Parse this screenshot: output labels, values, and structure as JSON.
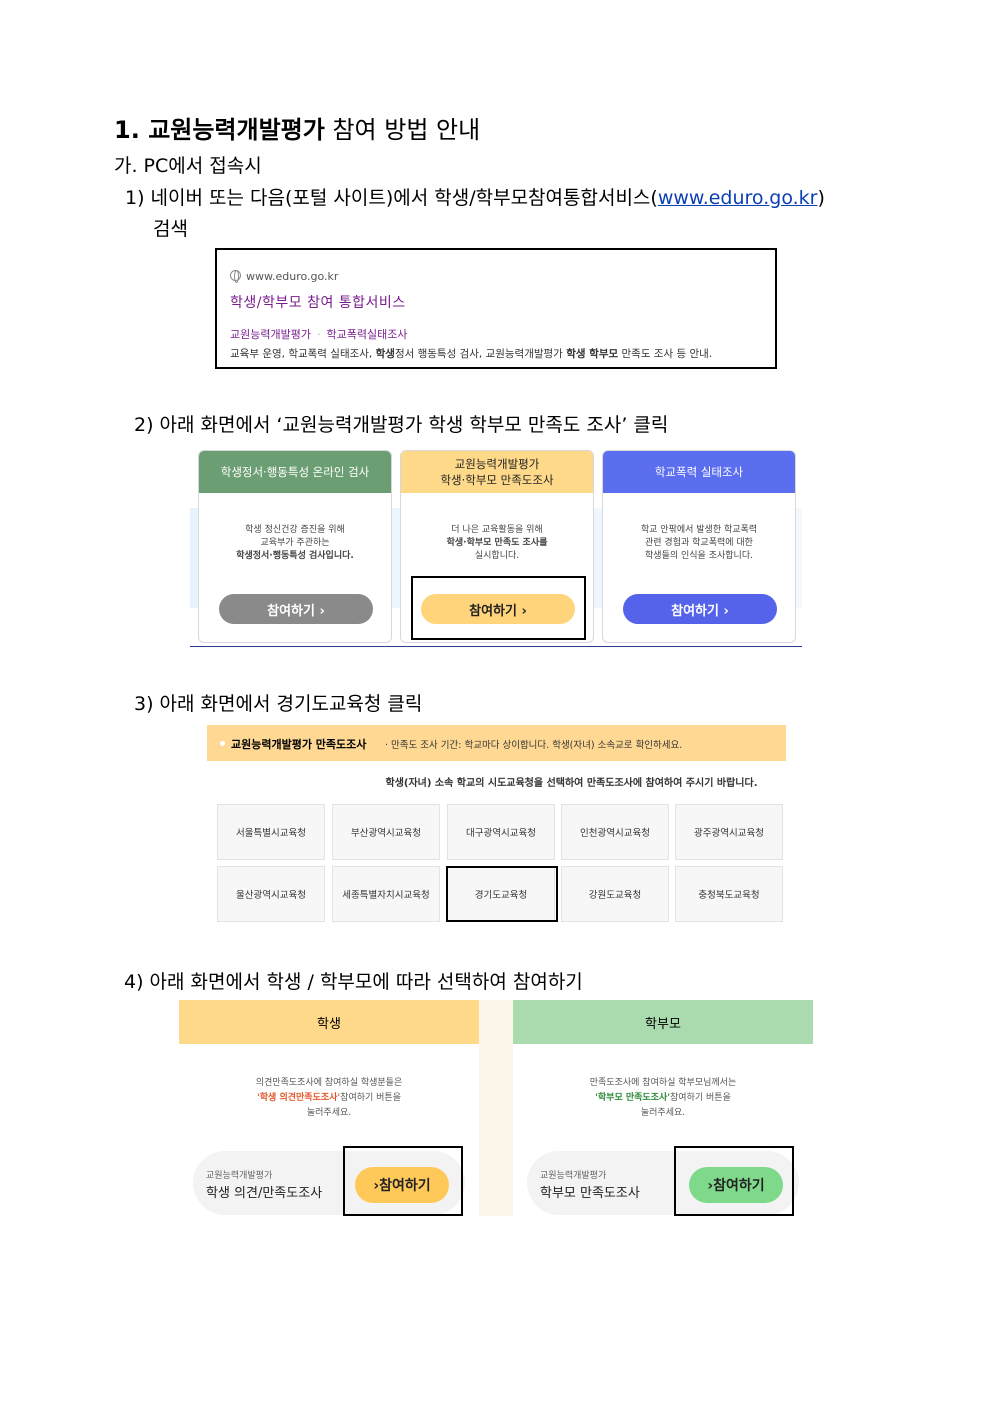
{
  "heading": {
    "number": "1.",
    "bold": "교원능력개발평가",
    "rest": " 참여 방법 안내"
  },
  "subheading": "가. PC에서 접속시",
  "steps": {
    "s1_prefix": "1) 네이버 또는 다음(포털 사이트)에서 학생/학부모참여통합서비스(",
    "s1_link": "www.eduro.go.kr",
    "s1_suffix": ")",
    "s1_line2": "검색",
    "s2": "2) 아래 화면에서 ‘교원능력개발평가 학생 학부모 만족도 조사’ 클릭",
    "s3": "3) 아래 화면에서 경기도교육청 클릭",
    "s4": "4) 아래 화면에서 학생 / 학부모에 따라 선택하여 참여하기"
  },
  "search_result": {
    "url": "www.eduro.go.kr",
    "title": "학생/학부모 참여 통합서비스",
    "link1": "교원능력개발평가",
    "link_sep": "·",
    "link2": "학교폭력실태조사",
    "desc_a": "교육부 운영, 학교폭력 실태조사, ",
    "desc_b": "학생",
    "desc_c": "정서 행동특성 검사, 교원능력개발평가 ",
    "desc_d": "학생 학부모",
    "desc_e": " 만족도 조사 등 안내."
  },
  "cards": [
    {
      "title_line1": "학생정서·행동특성 온라인 검사",
      "title_line2": "",
      "desc": [
        "학생 정신건강 증진을 위해",
        "교육부가 주관하는",
        "학생정서·행동특성 검사입니다."
      ],
      "button": "참여하기  ›"
    },
    {
      "title_line1": "교원능력개발평가",
      "title_line2": "학생·학부모 만족도조사",
      "desc": [
        "더 나은 교육활동을 위해",
        "학생·학부모 만족도 조사를",
        "실시합니다."
      ],
      "button": "참여하기  ›"
    },
    {
      "title_line1": "학교폭력 실태조사",
      "title_line2": "",
      "desc": [
        "학교 안팎에서 발생한 학교폭력",
        "관련 경험과 학교폭력에 대한",
        "학생들의 인식을 조사합니다."
      ],
      "button": "참여하기  ›"
    }
  ],
  "region_panel": {
    "title": "교원능력개발평가 만족도조사",
    "subtitle": "· 만족도 조사 기간: 학교마다 상이합니다. 학생(자녀) 소속교로 확인하세요.",
    "instruction": "학생(자녀) 소속 학교의 시도교육청을 선택하여 만족도조사에 참여하여 주시기 바랍니다.",
    "row1": [
      "서울특별시교육청",
      "부산광역시교육청",
      "대구광역시교육청",
      "인천광역시교육청",
      "광주광역시교육청"
    ],
    "row2": [
      "울산광역시교육청",
      "세종특별자치시교육청",
      "경기도교육청",
      "강원도교육청",
      "충청북도교육청"
    ]
  },
  "student_panel": {
    "header": "학생",
    "desc1": "의견만족도조사에 참여하실 학생분들은",
    "desc2_hl": "'학생 의견만족도조사'",
    "desc2_rest": "참여하기 버튼을",
    "desc3": "눌러주세요.",
    "small": "교원능력개발평가",
    "big": "학생 의견/만족도조사",
    "button": "›참여하기"
  },
  "parent_panel": {
    "header": "학부모",
    "desc1": "만족도조사에 참여하실 학부모님께서는",
    "desc2_hl": "'학부모 만족도조사'",
    "desc2_rest": "참여하기 버튼을",
    "desc3": "눌러주세요.",
    "small": "교원능력개발평가",
    "big": "학부모 만족도조사",
    "button": "›참여하기"
  },
  "colors": {
    "green_header": "#6c9e74",
    "yellow_header": "#ffd98a",
    "blue_header": "#5b6ef0",
    "grey_button": "#8a8a8a",
    "yellow_button": "#ffd47a",
    "blue_button": "#5563ea",
    "student_header": "#ffd98a",
    "parent_header": "#a9dbae",
    "student_button": "#ffc95a",
    "parent_button": "#7fd98b"
  }
}
